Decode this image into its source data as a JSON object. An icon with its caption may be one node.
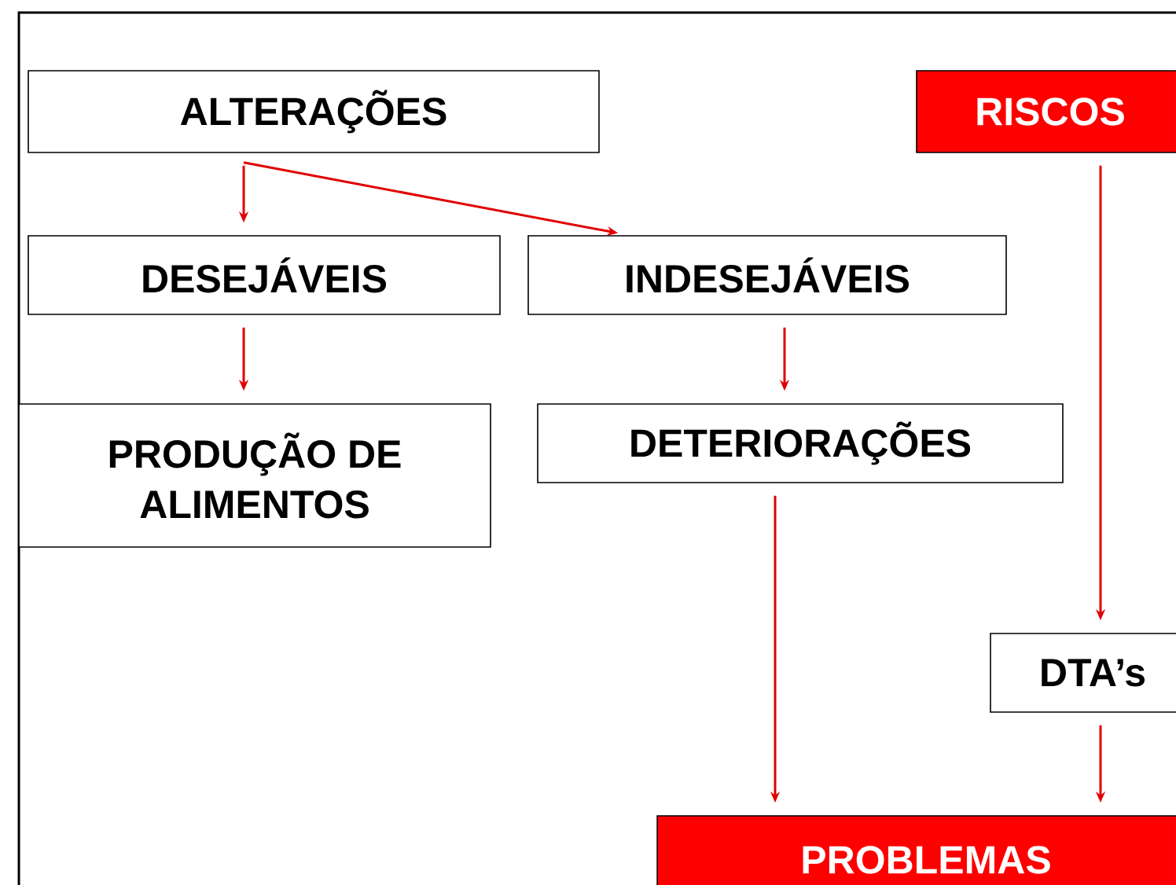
{
  "diagram": {
    "nodes": [
      {
        "text": [
          "ALTERAÇÕES"
        ]
      },
      {
        "text": [
          "RISCOS"
        ]
      },
      {
        "text": [
          "DESEJÁVEIS"
        ]
      },
      {
        "text": [
          "INDESEJÁVEIS"
        ]
      },
      {
        "text": [
          "PRODUÇÃO DE ALIMENTOS"
        ]
      },
      {
        "text": [
          "DETERIORAÇÕES"
        ]
      },
      {
        "text": [
          "DTA’s"
        ]
      },
      {
        "text": [
          "PROBLEMAS"
        ]
      }
    ],
    "edges": [
      {
        "from": 0,
        "to": 2,
        "arrow": "to"
      },
      {
        "from": 0,
        "to": 3,
        "arrow": "to"
      },
      {
        "from": 2,
        "to": 4,
        "arrow": "to"
      },
      {
        "from": 3,
        "to": 5,
        "arrow": "to"
      },
      {
        "from": 1,
        "to": 6,
        "arrow": "to"
      },
      {
        "from": 5,
        "to": 7,
        "arrow": "to"
      },
      {
        "from": 6,
        "to": 7,
        "arrow": "to"
      }
    ]
  }
}
